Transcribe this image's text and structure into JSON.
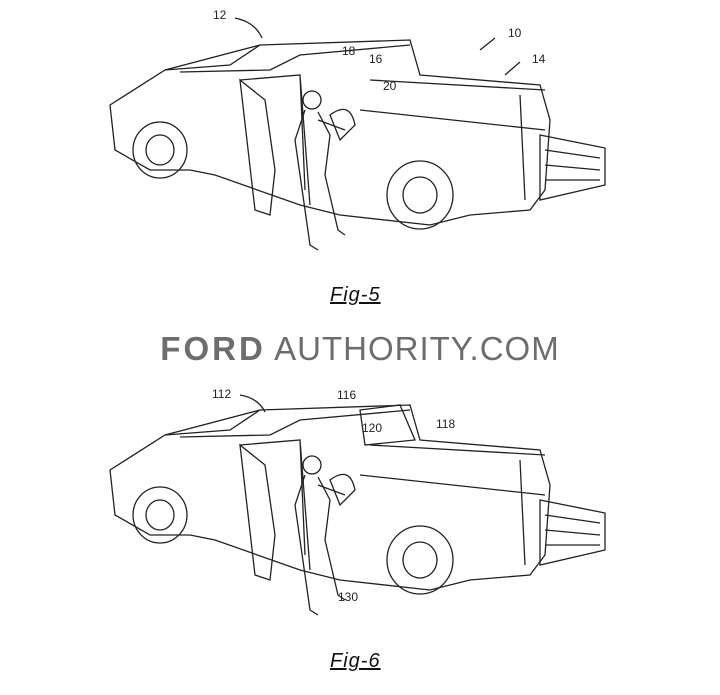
{
  "figure5": {
    "caption": "Fig-5",
    "refs": [
      "12",
      "18",
      "16",
      "20",
      "10",
      "14"
    ]
  },
  "figure6": {
    "caption": "Fig-6",
    "refs": [
      "112",
      "116",
      "120",
      "118",
      "130"
    ]
  },
  "watermark": {
    "brand": "FORD",
    "rest": "AUTHORITY.COM"
  }
}
